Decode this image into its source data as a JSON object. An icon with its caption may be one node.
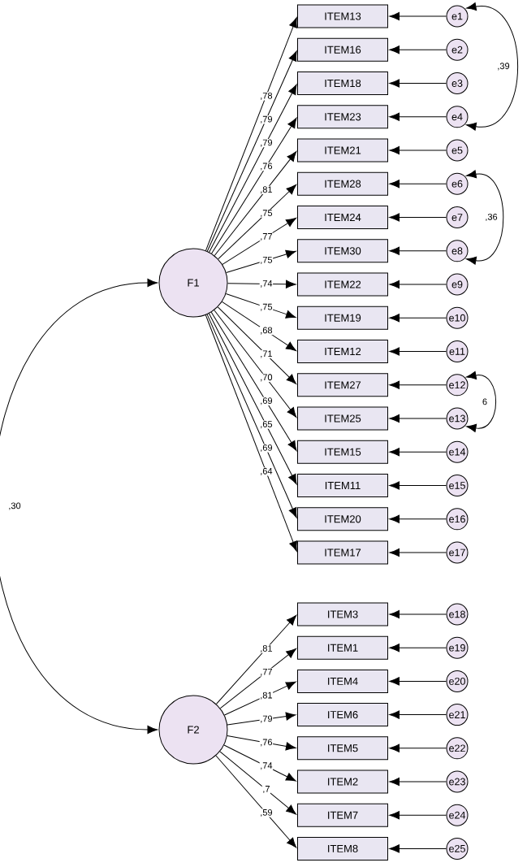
{
  "diagram": {
    "nodes": [
      {
        "text": [
          "F1"
        ]
      },
      {
        "text": [
          "F2"
        ]
      },
      {
        "text": [
          "ITEM13"
        ]
      },
      {
        "text": [
          "ITEM16"
        ]
      },
      {
        "text": [
          "ITEM18"
        ]
      },
      {
        "text": [
          "ITEM23"
        ]
      },
      {
        "text": [
          "ITEM21"
        ]
      },
      {
        "text": [
          "ITEM28"
        ]
      },
      {
        "text": [
          "ITEM24"
        ]
      },
      {
        "text": [
          "ITEM30"
        ]
      },
      {
        "text": [
          "ITEM22"
        ]
      },
      {
        "text": [
          "ITEM19"
        ]
      },
      {
        "text": [
          "ITEM12"
        ]
      },
      {
        "text": [
          "ITEM27"
        ]
      },
      {
        "text": [
          "ITEM25"
        ]
      },
      {
        "text": [
          "ITEM15"
        ]
      },
      {
        "text": [
          "ITEM11"
        ]
      },
      {
        "text": [
          "ITEM20"
        ]
      },
      {
        "text": [
          "ITEM17"
        ]
      },
      {
        "text": [
          "ITEM3"
        ]
      },
      {
        "text": [
          "ITEM1"
        ]
      },
      {
        "text": [
          "ITEM4"
        ]
      },
      {
        "text": [
          "ITEM6"
        ]
      },
      {
        "text": [
          "ITEM5"
        ]
      },
      {
        "text": [
          "ITEM2"
        ]
      },
      {
        "text": [
          "ITEM7"
        ]
      },
      {
        "text": [
          "ITEM8"
        ]
      },
      {
        "text": [
          "e1"
        ]
      },
      {
        "text": [
          "e2"
        ]
      },
      {
        "text": [
          "e3"
        ]
      },
      {
        "text": [
          "e4"
        ]
      },
      {
        "text": [
          "e5"
        ]
      },
      {
        "text": [
          "e6"
        ]
      },
      {
        "text": [
          "e7"
        ]
      },
      {
        "text": [
          "e8"
        ]
      },
      {
        "text": [
          "e9"
        ]
      },
      {
        "text": [
          "e10"
        ]
      },
      {
        "text": [
          "e11"
        ]
      },
      {
        "text": [
          "e12"
        ]
      },
      {
        "text": [
          "e13"
        ]
      },
      {
        "text": [
          "e14"
        ]
      },
      {
        "text": [
          "e15"
        ]
      },
      {
        "text": [
          "e16"
        ]
      },
      {
        "text": [
          "e17"
        ]
      },
      {
        "text": [
          "e18"
        ]
      },
      {
        "text": [
          "e19"
        ]
      },
      {
        "text": [
          "e20"
        ]
      },
      {
        "text": [
          "e21"
        ]
      },
      {
        "text": [
          "e22"
        ]
      },
      {
        "text": [
          "e23"
        ]
      },
      {
        "text": [
          "e24"
        ]
      },
      {
        "text": [
          "e25"
        ]
      }
    ],
    "edges": [
      {
        "from": 0,
        "to": 2,
        "arrow": "to",
        "label": ",78"
      },
      {
        "from": 0,
        "to": 3,
        "arrow": "to",
        "label": ",79"
      },
      {
        "from": 0,
        "to": 4,
        "arrow": "to",
        "label": ",79"
      },
      {
        "from": 0,
        "to": 5,
        "arrow": "to",
        "label": ",76"
      },
      {
        "from": 0,
        "to": 6,
        "arrow": "to",
        "label": ",81"
      },
      {
        "from": 0,
        "to": 7,
        "arrow": "to",
        "label": ",75"
      },
      {
        "from": 0,
        "to": 8,
        "arrow": "to",
        "label": ",77"
      },
      {
        "from": 0,
        "to": 9,
        "arrow": "to",
        "label": ",75"
      },
      {
        "from": 0,
        "to": 10,
        "arrow": "to",
        "label": ",74"
      },
      {
        "from": 0,
        "to": 11,
        "arrow": "to",
        "label": ",75"
      },
      {
        "from": 0,
        "to": 12,
        "arrow": "to",
        "label": ",68"
      },
      {
        "from": 0,
        "to": 13,
        "arrow": "to",
        "label": ",71"
      },
      {
        "from": 0,
        "to": 14,
        "arrow": "to",
        "label": ",70"
      },
      {
        "from": 0,
        "to": 15,
        "arrow": "to",
        "label": ",69"
      },
      {
        "from": 0,
        "to": 16,
        "arrow": "to",
        "label": ",65"
      },
      {
        "from": 0,
        "to": 17,
        "arrow": "to",
        "label": ",69"
      },
      {
        "from": 0,
        "to": 18,
        "arrow": "to",
        "label": ",64"
      },
      {
        "from": 1,
        "to": 19,
        "arrow": "to",
        "label": ",81"
      },
      {
        "from": 1,
        "to": 20,
        "arrow": "to",
        "label": ",77"
      },
      {
        "from": 1,
        "to": 21,
        "arrow": "to",
        "label": ",81"
      },
      {
        "from": 1,
        "to": 22,
        "arrow": "to",
        "label": ",79"
      },
      {
        "from": 1,
        "to": 23,
        "arrow": "to",
        "label": ",76"
      },
      {
        "from": 1,
        "to": 24,
        "arrow": "to",
        "label": ",74"
      },
      {
        "from": 1,
        "to": 25,
        "arrow": "to",
        "label": ",7"
      },
      {
        "from": 1,
        "to": 26,
        "arrow": "to",
        "label": ",59"
      },
      {
        "from": 27,
        "to": 2,
        "arrow": "to"
      },
      {
        "from": 28,
        "to": 3,
        "arrow": "to"
      },
      {
        "from": 29,
        "to": 4,
        "arrow": "to"
      },
      {
        "from": 30,
        "to": 5,
        "arrow": "to"
      },
      {
        "from": 31,
        "to": 6,
        "arrow": "to"
      },
      {
        "from": 32,
        "to": 7,
        "arrow": "to"
      },
      {
        "from": 33,
        "to": 8,
        "arrow": "to"
      },
      {
        "from": 34,
        "to": 9,
        "arrow": "to"
      },
      {
        "from": 35,
        "to": 10,
        "arrow": "to"
      },
      {
        "from": 36,
        "to": 11,
        "arrow": "to"
      },
      {
        "from": 37,
        "to": 12,
        "arrow": "to"
      },
      {
        "from": 38,
        "to": 13,
        "arrow": "to"
      },
      {
        "from": 39,
        "to": 14,
        "arrow": "to"
      },
      {
        "from": 40,
        "to": 15,
        "arrow": "to"
      },
      {
        "from": 41,
        "to": 16,
        "arrow": "to"
      },
      {
        "from": 42,
        "to": 17,
        "arrow": "to"
      },
      {
        "from": 43,
        "to": 18,
        "arrow": "to"
      },
      {
        "from": 44,
        "to": 19,
        "arrow": "to"
      },
      {
        "from": 45,
        "to": 20,
        "arrow": "to"
      },
      {
        "from": 46,
        "to": 21,
        "arrow": "to"
      },
      {
        "from": 47,
        "to": 22,
        "arrow": "to"
      },
      {
        "from": 48,
        "to": 23,
        "arrow": "to"
      },
      {
        "from": 49,
        "to": 24,
        "arrow": "to"
      },
      {
        "from": 50,
        "to": 25,
        "arrow": "to"
      },
      {
        "from": 51,
        "to": 26,
        "arrow": "to"
      },
      {
        "from": 27,
        "to": 30,
        "arrow": "both",
        "label": ",39"
      },
      {
        "from": 32,
        "to": 34,
        "arrow": "both",
        "label": ",36"
      },
      {
        "from": 38,
        "to": 39,
        "arrow": "both",
        "label": "6"
      },
      {
        "from": 0,
        "to": 1,
        "arrow": "both",
        "label": ",30"
      }
    ]
  }
}
